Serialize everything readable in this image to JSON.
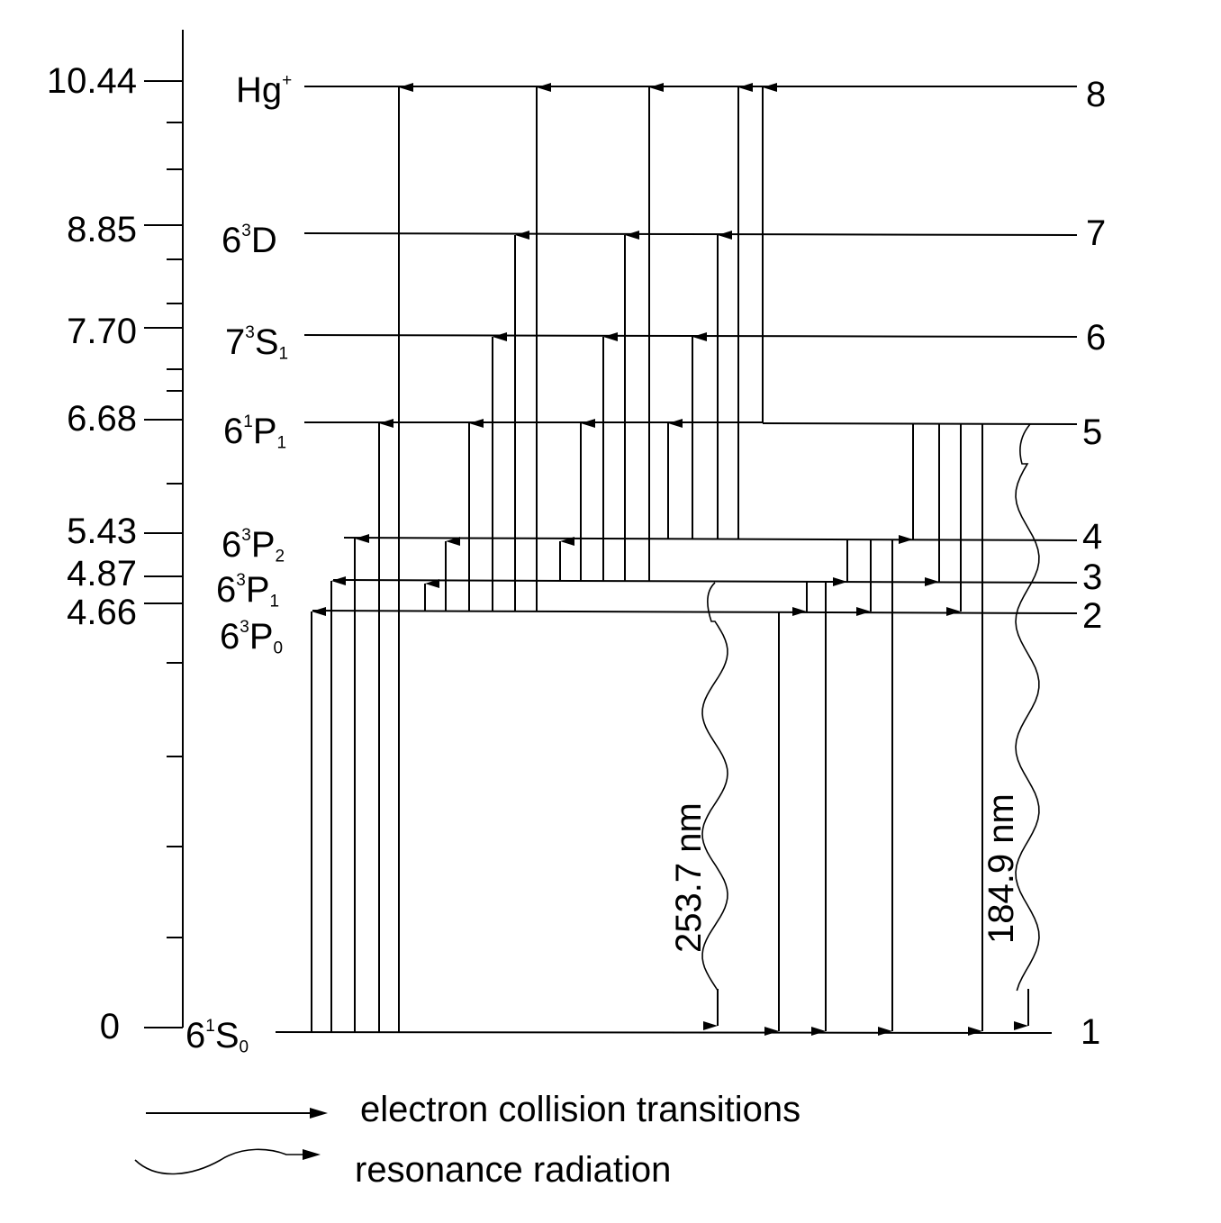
{
  "axis": {
    "values": [
      "10.44",
      "8.85",
      "7.70",
      "6.68",
      "5.43",
      "4.87",
      "4.66",
      "0"
    ]
  },
  "levels": [
    {
      "number": "8",
      "term": {
        "base": "Hg",
        "sup": "+",
        "sub": ""
      }
    },
    {
      "number": "7",
      "term": {
        "base": "6",
        "sup": "3",
        "letter": "D",
        "sub": ""
      }
    },
    {
      "number": "6",
      "term": {
        "base": "7",
        "sup": "3",
        "letter": "S",
        "sub": "1"
      }
    },
    {
      "number": "5",
      "term": {
        "base": "6",
        "sup": "1",
        "letter": "P",
        "sub": "1"
      }
    },
    {
      "number": "4",
      "term": {
        "base": "6",
        "sup": "3",
        "letter": "P",
        "sub": "2"
      }
    },
    {
      "number": "3",
      "term": {
        "base": "6",
        "sup": "3",
        "letter": "P",
        "sub": "1"
      }
    },
    {
      "number": "2",
      "term": {
        "base": "6",
        "sup": "3",
        "letter": "P",
        "sub": "0"
      }
    },
    {
      "number": "1",
      "term": {
        "base": "6",
        "sup": "1",
        "letter": "S",
        "sub": "0"
      }
    }
  ],
  "wavelengths": {
    "w253": "253.7 nm",
    "w184": "184.9 nm"
  },
  "legend": {
    "collision": "electron collision transitions",
    "resonance": "resonance radiation"
  }
}
